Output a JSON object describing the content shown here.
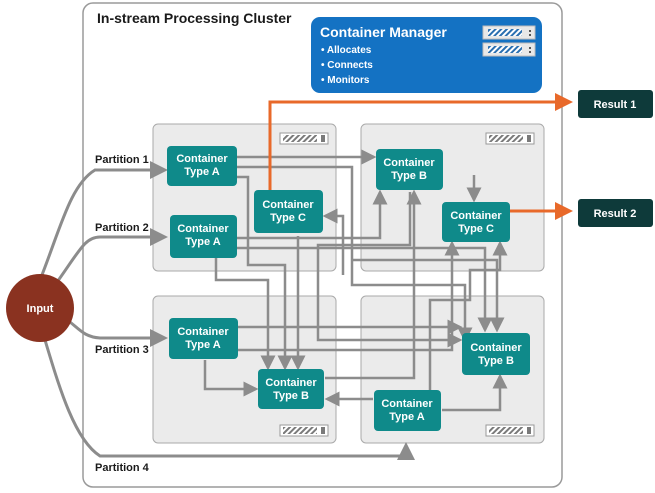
{
  "cluster": {
    "title": "In-stream Processing Cluster"
  },
  "manager": {
    "title": "Container Manager",
    "items": [
      "• Allocates",
      "• Connects",
      "• Monitors"
    ]
  },
  "input": {
    "label": "Input"
  },
  "partitions": [
    "Partition 1",
    "Partition 2",
    "Partition 3",
    "Partition 4"
  ],
  "results": [
    "Result 1",
    "Result 2"
  ],
  "containers": {
    "s1_a1": [
      "Container",
      "Type A"
    ],
    "s1_a2": [
      "Container",
      "Type A"
    ],
    "s1_c": [
      "Container",
      "Type C"
    ],
    "s2_b": [
      "Container",
      "Type B"
    ],
    "s2_c": [
      "Container",
      "Type C"
    ],
    "s3_a": [
      "Container",
      "Type A"
    ],
    "s3_b": [
      "Container",
      "Type B"
    ],
    "s4_b": [
      "Container",
      "Type B"
    ],
    "s4_a": [
      "Container",
      "Type A"
    ]
  },
  "colors": {
    "manager": "#1472c3",
    "container": "#0f8a8a",
    "result": "#0e3a3a",
    "input": "#8a3220",
    "arrow": "#8c8c8c",
    "output_arrow": "#e8692a",
    "server": "#ebebeb"
  }
}
